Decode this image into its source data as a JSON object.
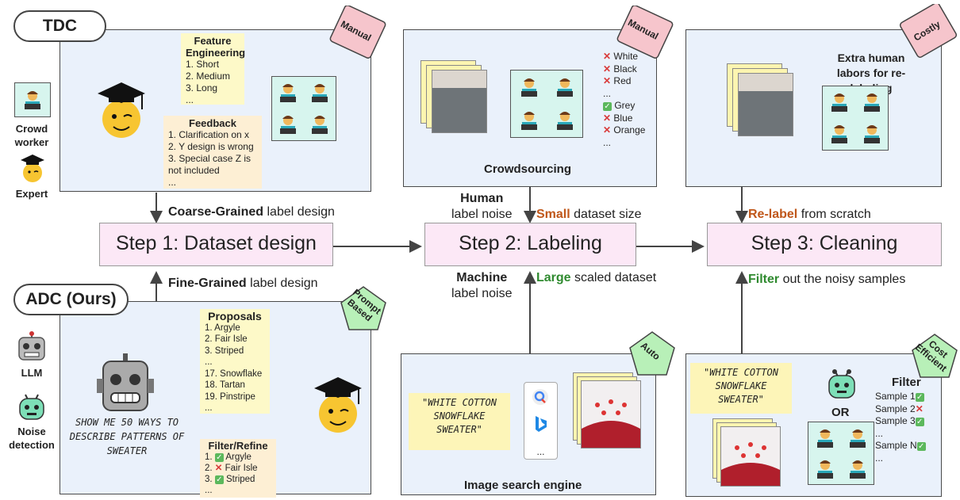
{
  "tdc": {
    "title": "TDC",
    "tag": "Manual",
    "feature": {
      "heading": "Feature Engineering",
      "items": [
        "1. Short",
        "2. Medium",
        "3. Long",
        "..."
      ]
    },
    "feedback": {
      "heading": "Feedback",
      "items": [
        "1. Clarification on x",
        "2. Y design is wrong",
        "3. Special case Z is not included",
        "..."
      ]
    }
  },
  "legend_top": {
    "crowd": "Crowd worker",
    "expert": "Expert"
  },
  "legend_bottom": {
    "llm": "LLM",
    "noise": "Noise detection"
  },
  "crowdsourcing": {
    "tag": "Manual",
    "caption": "Crowdsourcing",
    "labels": [
      {
        "mark": "x",
        "text": "White"
      },
      {
        "mark": "x",
        "text": "Black"
      },
      {
        "mark": "x",
        "text": "Red"
      },
      {
        "mark": "",
        "text": "..."
      },
      {
        "mark": "ok",
        "text": "Grey"
      },
      {
        "mark": "x",
        "text": "Blue"
      },
      {
        "mark": "x",
        "text": "Orange"
      },
      {
        "mark": "",
        "text": "..."
      }
    ]
  },
  "relabel": {
    "tag": "Costly",
    "text": "Extra human labors for re-labeling"
  },
  "steps": {
    "s1": "Step 1: Dataset design",
    "s2": "Step 2: Labeling",
    "s3": "Step 3: Cleaning"
  },
  "annot": {
    "coarse_bold": "Coarse-Grained",
    "coarse_rest": "label design",
    "fine_bold": "Fine-Grained",
    "fine_rest": "label design",
    "human_bold": "Human",
    "human_rest": "label noise",
    "small_bold": "Small",
    "small_rest": "dataset size",
    "machine_bold": "Machine",
    "machine_rest": "label noise",
    "large_bold": "Large",
    "large_rest": "scaled dataset",
    "relabel_bold": "Re-label",
    "relabel_rest": "from scratch",
    "filter_bold": "Filter",
    "filter_rest": "out the noisy samples"
  },
  "adc": {
    "title": "ADC (Ours)",
    "tag": "Prompt Based",
    "prompt": "SHOW ME 50 WAYS TO DESCRIBE PATTERNS OF SWEATER",
    "proposals": {
      "heading": "Proposals",
      "items": [
        "1. Argyle",
        "2. Fair Isle",
        "3. Striped",
        "...",
        "17. Snowflake",
        "18. Tartan",
        "19. Pinstripe",
        "..."
      ]
    },
    "filter": {
      "heading": "Filter/Refine",
      "items": [
        {
          "num": "1.",
          "mark": "ok",
          "text": "Argyle"
        },
        {
          "num": "2.",
          "mark": "x",
          "text": "Fair Isle"
        },
        {
          "num": "3.",
          "mark": "ok",
          "text": "Striped"
        },
        {
          "num": "",
          "mark": "",
          "text": "..."
        }
      ]
    }
  },
  "search": {
    "tag": "Auto",
    "query": "\"WHITE COTTON SNOWFLAKE SWEATER\"",
    "caption": "Image search engine",
    "more": "..."
  },
  "clean": {
    "tag": "Cost Efficient",
    "query": "\"WHITE COTTON SNOWFLAKE SWEATER\"",
    "or": "OR",
    "filter_heading": "Filter",
    "samples": [
      {
        "text": "Sample 1",
        "mark": "ok"
      },
      {
        "text": "Sample 2",
        "mark": "x"
      },
      {
        "text": "Sample 3",
        "mark": "ok"
      },
      {
        "text": "...",
        "mark": ""
      },
      {
        "text": "Sample N",
        "mark": "ok"
      },
      {
        "text": "...",
        "mark": ""
      }
    ]
  },
  "colors": {
    "orange": "#c0571a",
    "green": "#2f8a2f",
    "panel": "#eaf1fb",
    "step": "#fce8f6",
    "tag_red": "#f6c5cc",
    "tag_green": "#b8f0b8"
  }
}
